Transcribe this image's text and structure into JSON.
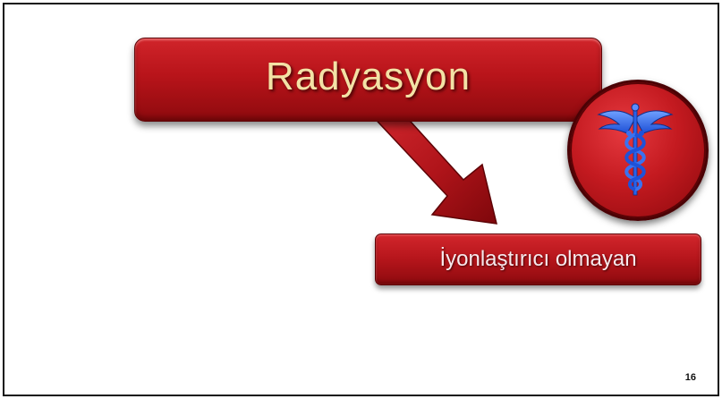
{
  "slide": {
    "title": "Radyasyon",
    "subtitle_box": "İyonlaştırıcı olmayan",
    "page_number": "16"
  },
  "icons": {
    "emblem": "caduceus-icon",
    "connector": "arrow-icon"
  },
  "colors": {
    "box_red": "#b8141a",
    "title_text": "#f3e2a6",
    "subtitle_text": "#f7e9ec",
    "caduceus_blue": "#2a62e8"
  }
}
